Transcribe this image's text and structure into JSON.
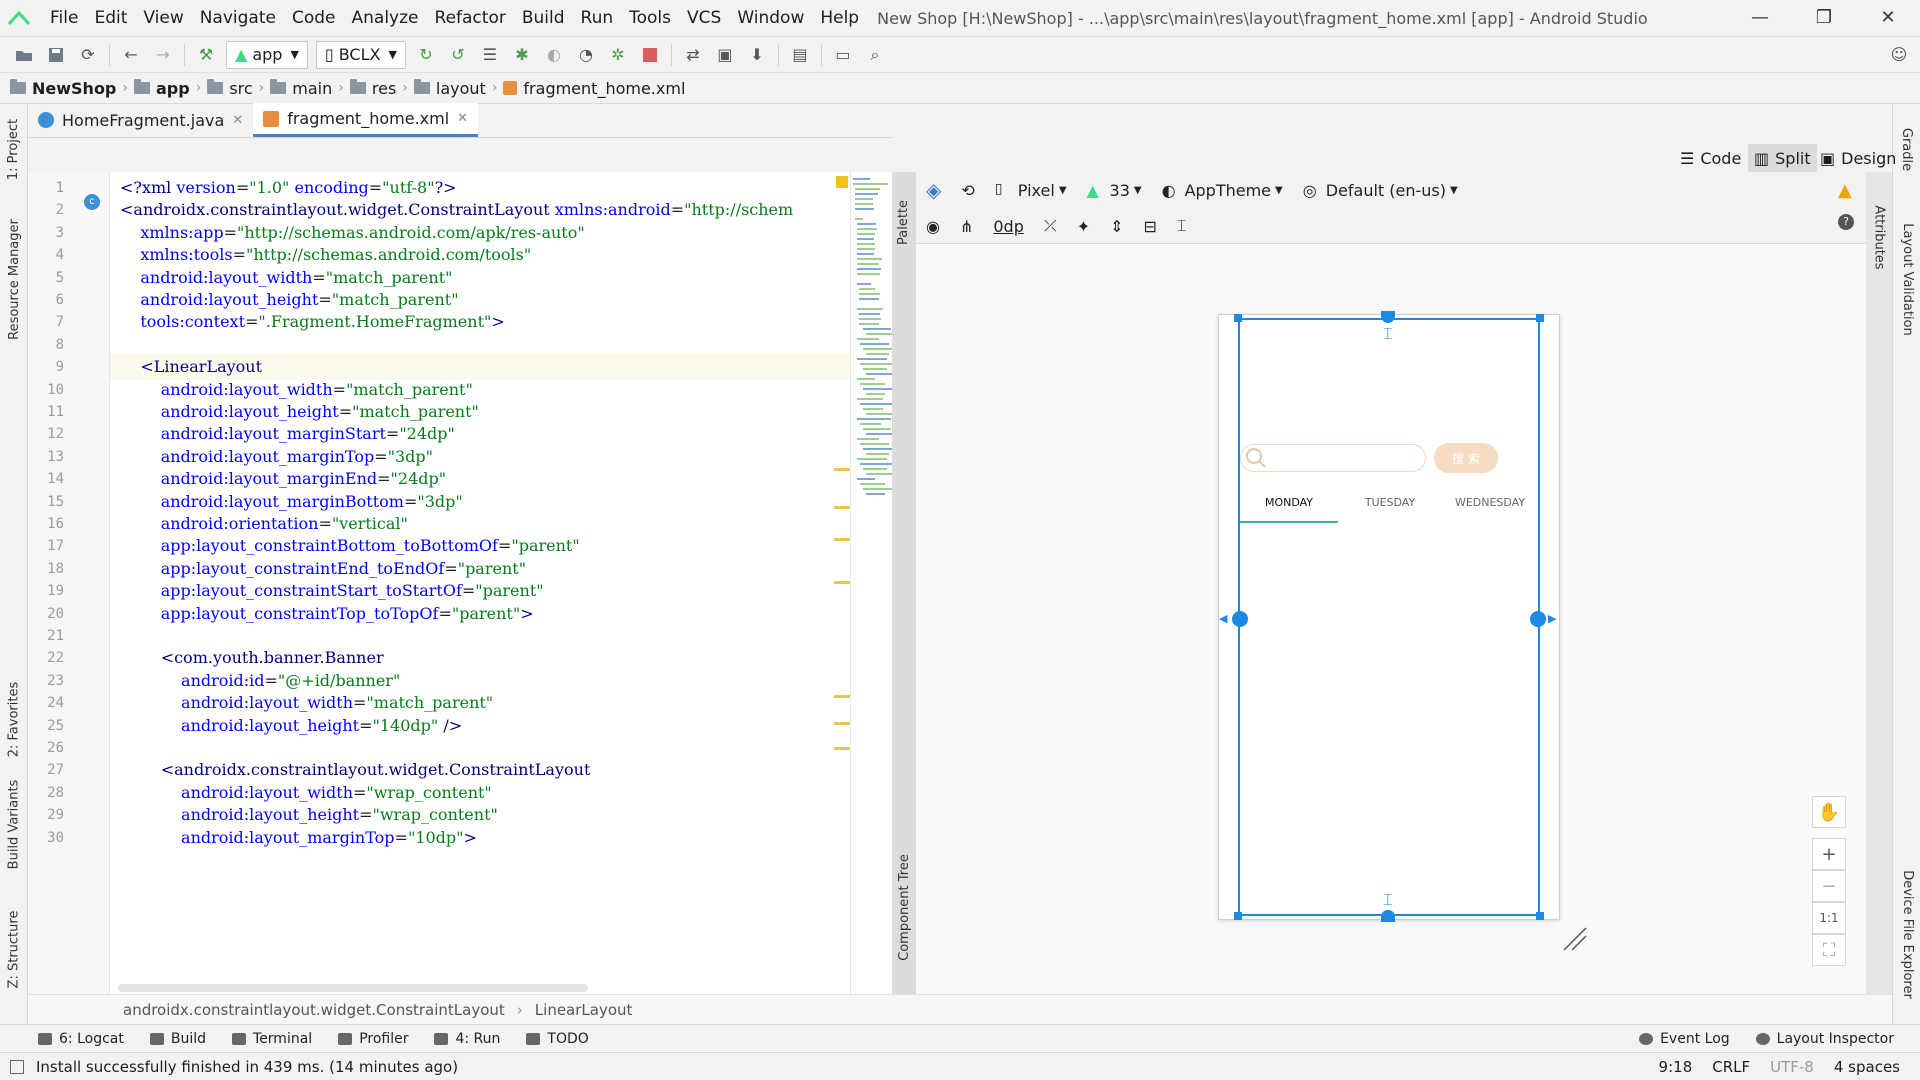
{
  "menubar": {
    "items": [
      "File",
      "Edit",
      "View",
      "Navigate",
      "Code",
      "Analyze",
      "Refactor",
      "Build",
      "Run",
      "Tools",
      "VCS",
      "Window",
      "Help"
    ],
    "window_title": "New Shop [H:\\NewShop] - ...\\app\\src\\main\\res\\layout\\fragment_home.xml [app] - Android Studio",
    "minimize": "—",
    "restore": "❐",
    "close": "✕"
  },
  "toolbar": {
    "run_config": "app",
    "device": "BCLX"
  },
  "breadcrumb": {
    "items": [
      "NewShop",
      "app",
      "src",
      "main",
      "res",
      "layout",
      "fragment_home.xml"
    ]
  },
  "left_strip": {
    "tabs": [
      "1: Project",
      "Resource Manager",
      "2: Favorites",
      "Build Variants",
      "Z: Structure"
    ]
  },
  "right_strip": {
    "tabs": [
      "Gradle",
      "Layout Validation",
      "Device File Explorer"
    ]
  },
  "editor_tabs": [
    {
      "label": "HomeFragment.java",
      "close": "✕"
    },
    {
      "label": "fragment_home.xml",
      "close": "✕"
    }
  ],
  "design_modes": {
    "code": "Code",
    "split": "Split",
    "design": "Design"
  },
  "code": {
    "line_numbers": [
      "1",
      "2",
      "3",
      "4",
      "5",
      "6",
      "7",
      "8",
      "9",
      "10",
      "11",
      "12",
      "13",
      "14",
      "15",
      "16",
      "17",
      "18",
      "19",
      "20",
      "21",
      "22",
      "23",
      "24",
      "25",
      "26",
      "27",
      "28",
      "29",
      "30"
    ],
    "lines": [
      "<?xml version=\"1.0\" encoding=\"utf-8\"?>",
      "<androidx.constraintlayout.widget.ConstraintLayout xmlns:android=\"http://schem",
      "    xmlns:app=\"http://schemas.android.com/apk/res-auto\"",
      "    xmlns:tools=\"http://schemas.android.com/tools\"",
      "    android:layout_width=\"match_parent\"",
      "    android:layout_height=\"match_parent\"",
      "    tools:context=\".Fragment.HomeFragment\">",
      "",
      "    <LinearLayout",
      "        android:layout_width=\"match_parent\"",
      "        android:layout_height=\"match_parent\"",
      "        android:layout_marginStart=\"24dp\"",
      "        android:layout_marginTop=\"3dp\"",
      "        android:layout_marginEnd=\"24dp\"",
      "        android:layout_marginBottom=\"3dp\"",
      "        android:orientation=\"vertical\"",
      "        app:layout_constraintBottom_toBottomOf=\"parent\"",
      "        app:layout_constraintEnd_toEndOf=\"parent\"",
      "        app:layout_constraintStart_toStartOf=\"parent\"",
      "        app:layout_constraintTop_toTopOf=\"parent\">",
      "",
      "        <com.youth.banner.Banner",
      "            android:id=\"@+id/banner\"",
      "            android:layout_width=\"match_parent\"",
      "            android:layout_height=\"140dp\" />",
      "",
      "        <androidx.constraintlayout.widget.ConstraintLayout",
      "            android:layout_width=\"wrap_content\"",
      "            android:layout_height=\"wrap_content\"",
      "            android:layout_marginTop=\"10dp\">"
    ]
  },
  "side_tabs": {
    "palette": "Palette",
    "component_tree": "Component Tree",
    "attributes": "Attributes"
  },
  "design_toolbar": {
    "device": "Pixel",
    "api": "33",
    "theme": "AppTheme",
    "locale": "Default (en-us)",
    "margin": "0dp"
  },
  "preview": {
    "search_button": "搜 索",
    "tabs": [
      "MONDAY",
      "TUESDAY",
      "WEDNESDAY"
    ],
    "active_tab": "MONDAY",
    "accent_color": "#3fb1a6",
    "search_border_color": "#f0d9b8",
    "search_button_color": "#f6dcc2",
    "selection_color": "#1e88e5"
  },
  "zoom": {
    "zoom_in": "+",
    "zoom_out": "−",
    "actual_size": "1:1"
  },
  "editor_crumb": {
    "items": [
      "androidx.constraintlayout.widget.ConstraintLayout",
      "LinearLayout"
    ]
  },
  "tool_windows": {
    "left": [
      "6: Logcat",
      "Build",
      "Terminal",
      "Profiler",
      "4: Run",
      "TODO"
    ],
    "right": [
      "Event Log",
      "Layout Inspector"
    ]
  },
  "status": {
    "message": "Install successfully finished in 439 ms. (14 minutes ago)",
    "position": "9:18",
    "line_sep": "CRLF",
    "encoding": "UTF-8",
    "indent": "4 spaces"
  }
}
